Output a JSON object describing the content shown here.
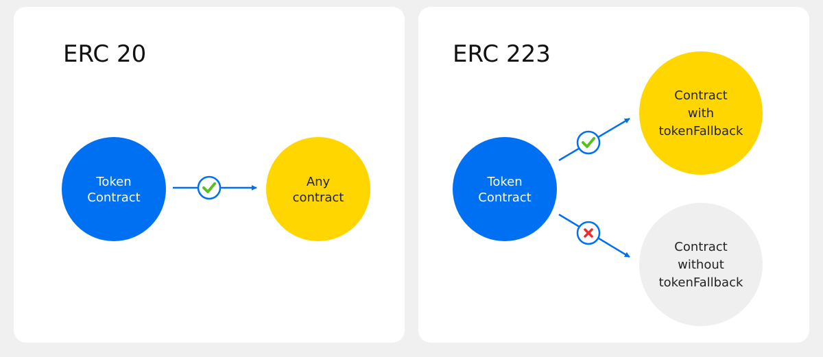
{
  "colors": {
    "blue": "#0070f3",
    "yellow": "#ffd600",
    "gray": "#efefef",
    "check": "#55c21b",
    "cross": "#ee2a2a",
    "background": "#f0f0f0",
    "panel": "#ffffff"
  },
  "erc20": {
    "title": "ERC 20",
    "source": {
      "line1": "Token",
      "line2": "Contract"
    },
    "target": {
      "line1": "Any",
      "line2": "contract"
    },
    "edge_status": "check-icon"
  },
  "erc223": {
    "title": "ERC 223",
    "source": {
      "line1": "Token",
      "line2": "Contract"
    },
    "target_ok": {
      "line1": "Contract",
      "line2": "with",
      "line3": "tokenFallback"
    },
    "target_fail": {
      "line1": "Contract",
      "line2": "without",
      "line3": "tokenFallback"
    },
    "edge_ok_status": "check-icon",
    "edge_fail_status": "cross-icon"
  }
}
